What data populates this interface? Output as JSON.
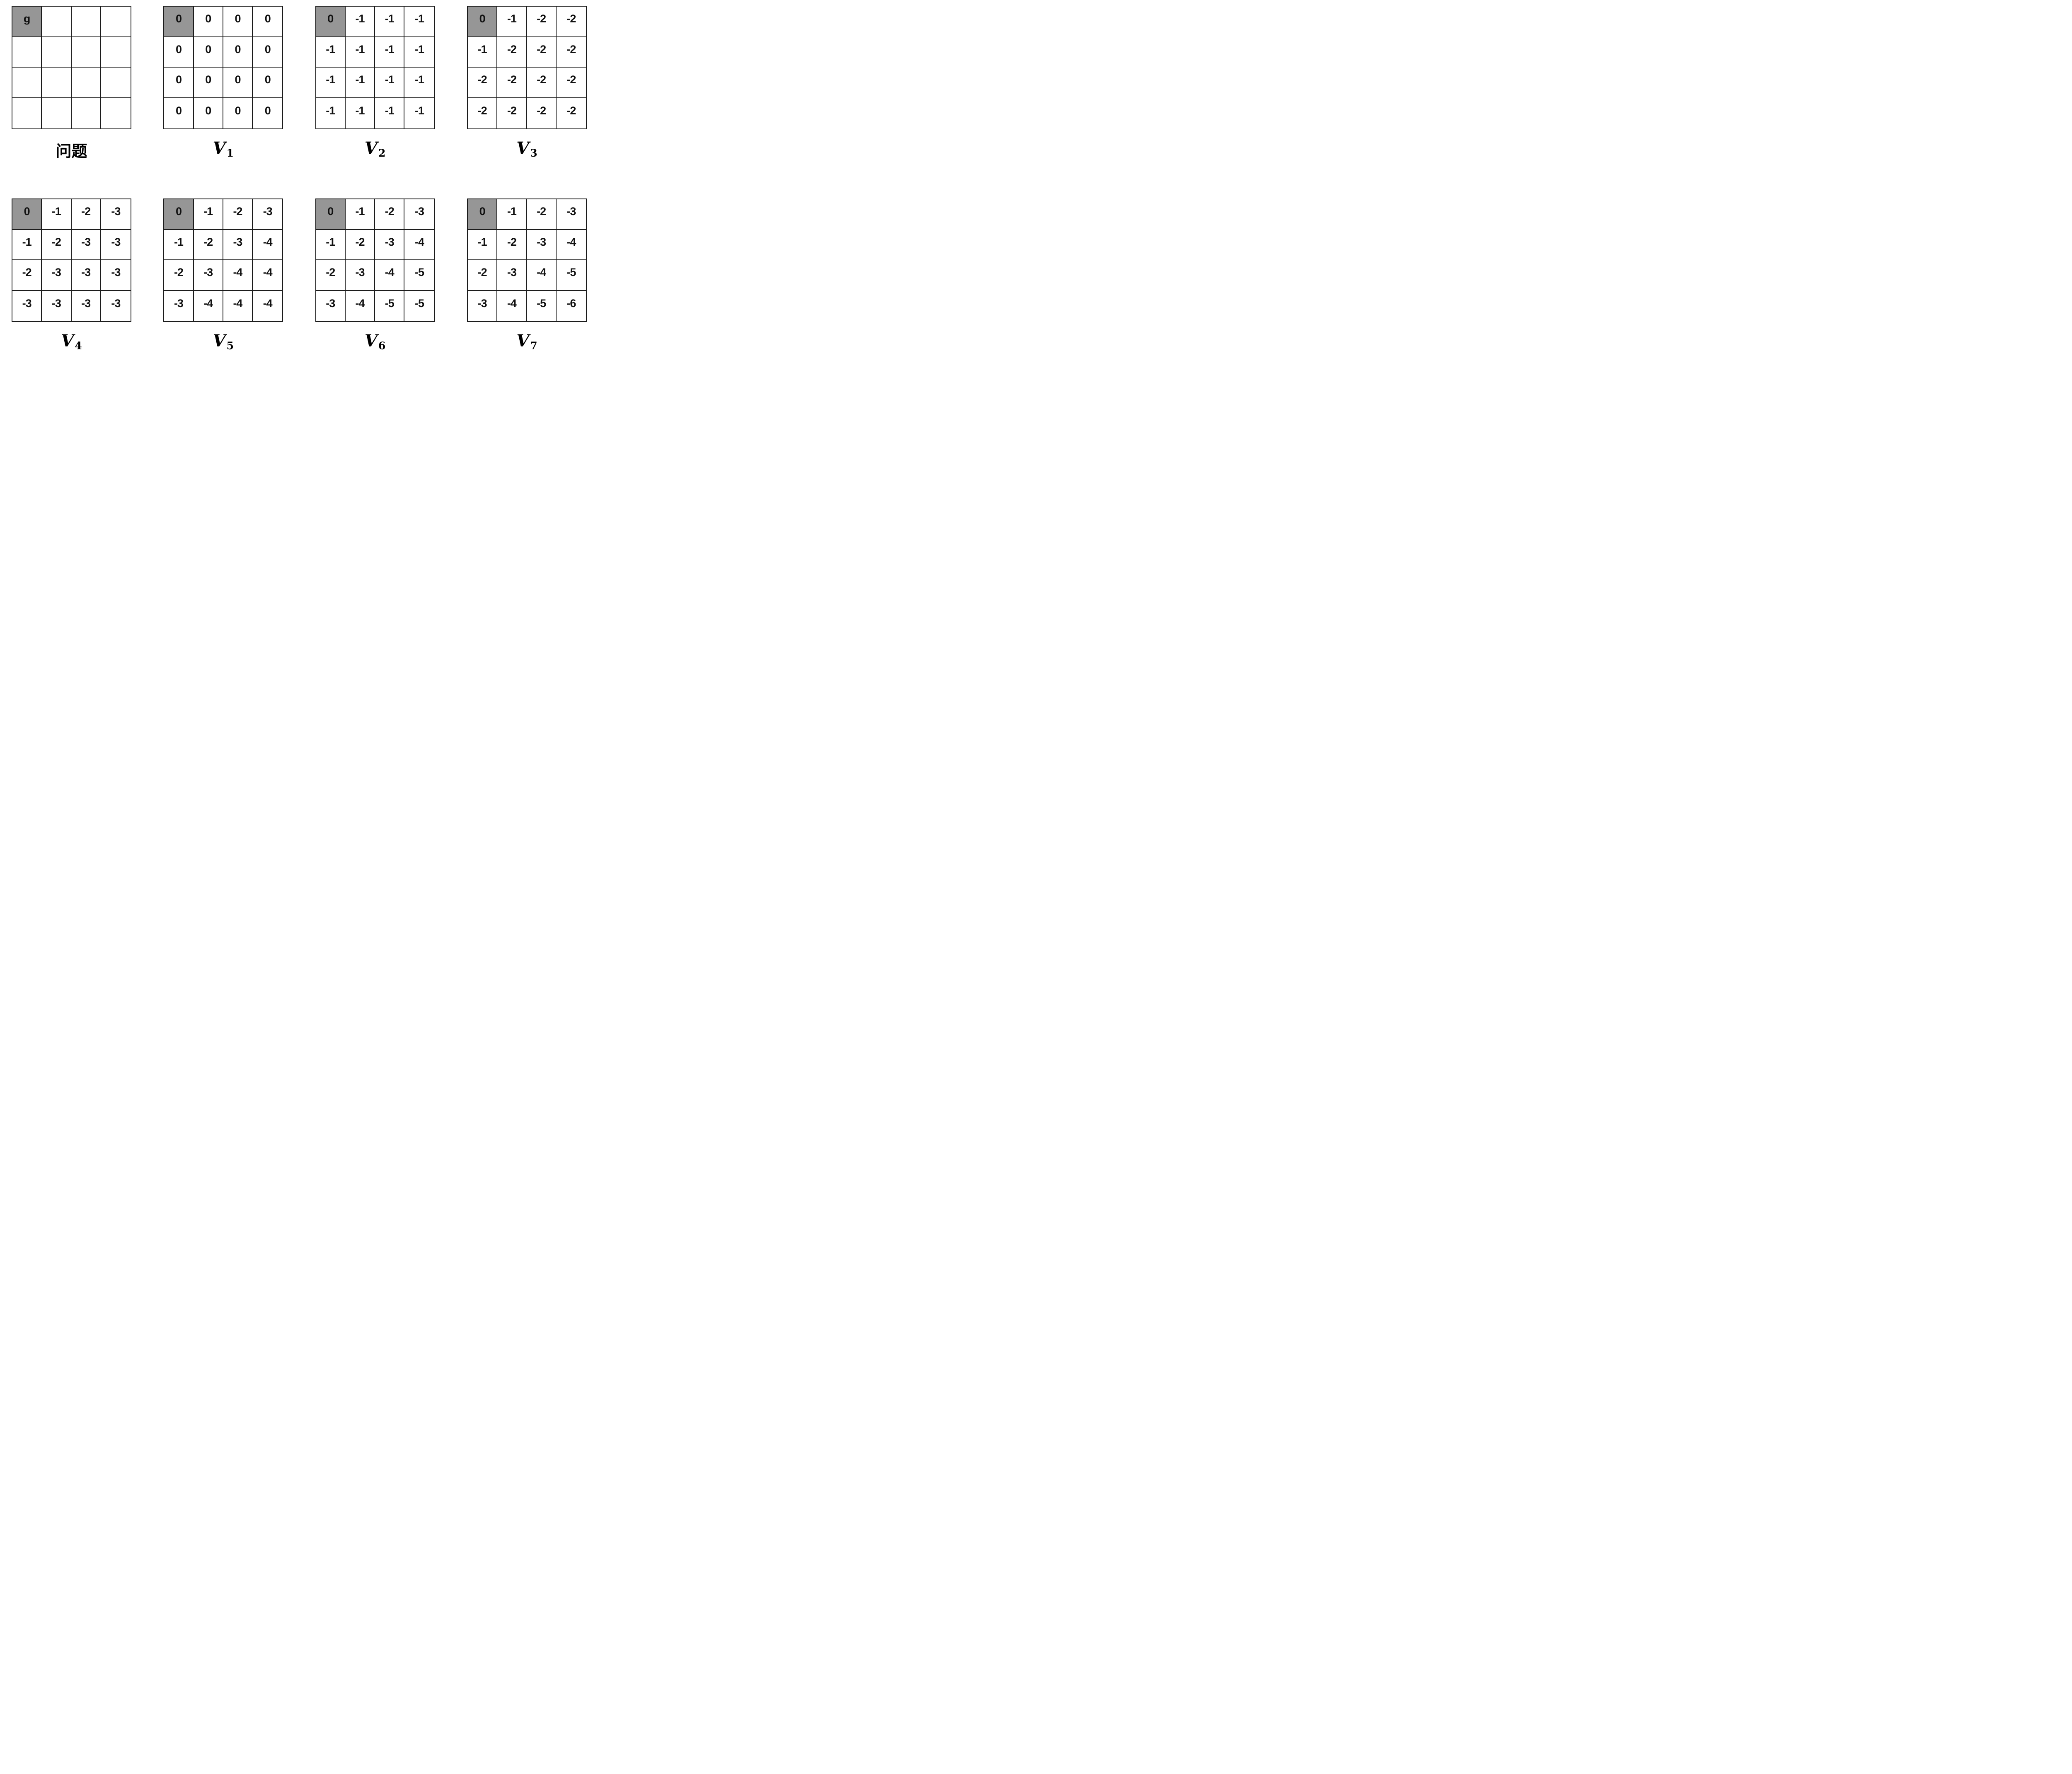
{
  "figure_title": "value-iteration-gridworld",
  "colors": {
    "goal_cell_fill": "#969696",
    "grid_line": "#1c1c1c",
    "background": "#ffffff",
    "text": "#111111"
  },
  "panels": [
    {
      "id": "problem",
      "label": "问题",
      "label_type": "cjk",
      "goal_cell": [
        0,
        0
      ],
      "cells": [
        [
          "g",
          "",
          "",
          ""
        ],
        [
          "",
          "",
          "",
          ""
        ],
        [
          "",
          "",
          "",
          ""
        ],
        [
          "",
          "",
          "",
          ""
        ]
      ]
    },
    {
      "id": "v1",
      "label_base": "V",
      "label_sub": "1",
      "label_type": "math",
      "goal_cell": [
        0,
        0
      ],
      "cells": [
        [
          "0",
          "0",
          "0",
          "0"
        ],
        [
          "0",
          "0",
          "0",
          "0"
        ],
        [
          "0",
          "0",
          "0",
          "0"
        ],
        [
          "0",
          "0",
          "0",
          "0"
        ]
      ]
    },
    {
      "id": "v2",
      "label_base": "V",
      "label_sub": "2",
      "label_type": "math",
      "goal_cell": [
        0,
        0
      ],
      "cells": [
        [
          "0",
          "-1",
          "-1",
          "-1"
        ],
        [
          "-1",
          "-1",
          "-1",
          "-1"
        ],
        [
          "-1",
          "-1",
          "-1",
          "-1"
        ],
        [
          "-1",
          "-1",
          "-1",
          "-1"
        ]
      ]
    },
    {
      "id": "v3",
      "label_base": "V",
      "label_sub": "3",
      "label_type": "math",
      "goal_cell": [
        0,
        0
      ],
      "cells": [
        [
          "0",
          "-1",
          "-2",
          "-2"
        ],
        [
          "-1",
          "-2",
          "-2",
          "-2"
        ],
        [
          "-2",
          "-2",
          "-2",
          "-2"
        ],
        [
          "-2",
          "-2",
          "-2",
          "-2"
        ]
      ]
    },
    {
      "id": "v4",
      "label_base": "V",
      "label_sub": "4",
      "label_type": "math",
      "goal_cell": [
        0,
        0
      ],
      "cells": [
        [
          "0",
          "-1",
          "-2",
          "-3"
        ],
        [
          "-1",
          "-2",
          "-3",
          "-3"
        ],
        [
          "-2",
          "-3",
          "-3",
          "-3"
        ],
        [
          "-3",
          "-3",
          "-3",
          "-3"
        ]
      ]
    },
    {
      "id": "v5",
      "label_base": "V",
      "label_sub": "5",
      "label_type": "math",
      "goal_cell": [
        0,
        0
      ],
      "cells": [
        [
          "0",
          "-1",
          "-2",
          "-3"
        ],
        [
          "-1",
          "-2",
          "-3",
          "-4"
        ],
        [
          "-2",
          "-3",
          "-4",
          "-4"
        ],
        [
          "-3",
          "-4",
          "-4",
          "-4"
        ]
      ]
    },
    {
      "id": "v6",
      "label_base": "V",
      "label_sub": "6",
      "label_type": "math",
      "goal_cell": [
        0,
        0
      ],
      "cells": [
        [
          "0",
          "-1",
          "-2",
          "-3"
        ],
        [
          "-1",
          "-2",
          "-3",
          "-4"
        ],
        [
          "-2",
          "-3",
          "-4",
          "-5"
        ],
        [
          "-3",
          "-4",
          "-5",
          "-5"
        ]
      ]
    },
    {
      "id": "v7",
      "label_base": "V",
      "label_sub": "7",
      "label_type": "math",
      "goal_cell": [
        0,
        0
      ],
      "cells": [
        [
          "0",
          "-1",
          "-2",
          "-3"
        ],
        [
          "-1",
          "-2",
          "-3",
          "-4"
        ],
        [
          "-2",
          "-3",
          "-4",
          "-5"
        ],
        [
          "-3",
          "-4",
          "-5",
          "-6"
        ]
      ]
    }
  ],
  "rows": [
    [
      0,
      1,
      2,
      3
    ],
    [
      4,
      5,
      6,
      7
    ]
  ]
}
